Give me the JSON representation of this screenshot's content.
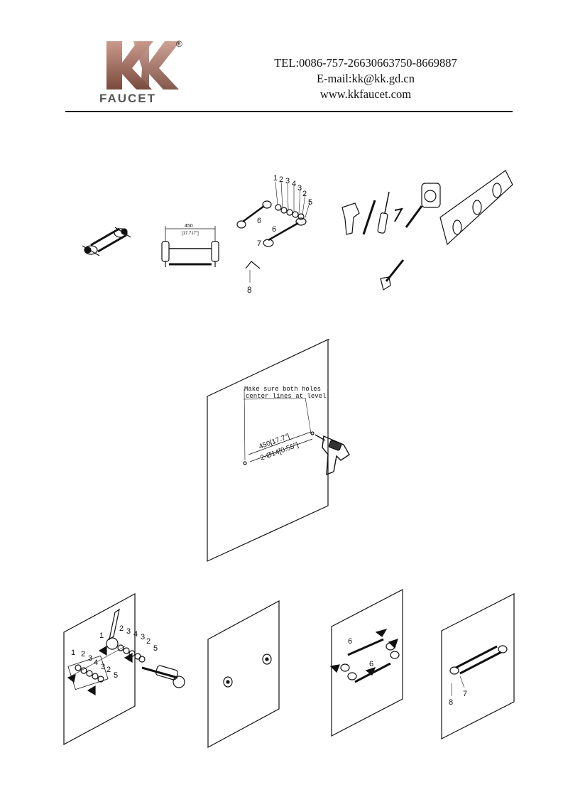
{
  "brand": {
    "logo_letters": "KK",
    "registered_mark": "®",
    "logo_subtitle": "FAUCET",
    "colors": {
      "logo_gradient_top": "#c08f82",
      "logo_gradient_bottom": "#7a4a3e"
    }
  },
  "contact": {
    "tel": "TEL:0086-757-26630663750-8669887",
    "email": "E-mail:kk@kk.gd.cn",
    "web": "www.kkfaucet.com"
  },
  "parts_row": {
    "dim_width": "450",
    "dim_inch": "[17.717\"]",
    "part_numbers_top": [
      "1",
      "2",
      "3",
      "4",
      "3",
      "2",
      "5"
    ],
    "part_6a": "6",
    "part_6b": "6",
    "part_7": "7",
    "part_8": "8"
  },
  "drilling": {
    "note_line1": "Make sure both holes",
    "note_line2": "center lines at level.",
    "dim_spacing": "450[17.7\"]",
    "dim_holes": "2-Ø14[0.55\"]"
  },
  "steps": {
    "step1_upper_numbers": [
      "1",
      "2",
      "3",
      "4",
      "3",
      "2",
      "5"
    ],
    "step1_lower_numbers": [
      "1",
      "2",
      "3",
      "4",
      "3",
      "2",
      "5"
    ],
    "step3_labels": [
      "6",
      "6"
    ],
    "step4_labels": [
      "8",
      "7"
    ]
  }
}
